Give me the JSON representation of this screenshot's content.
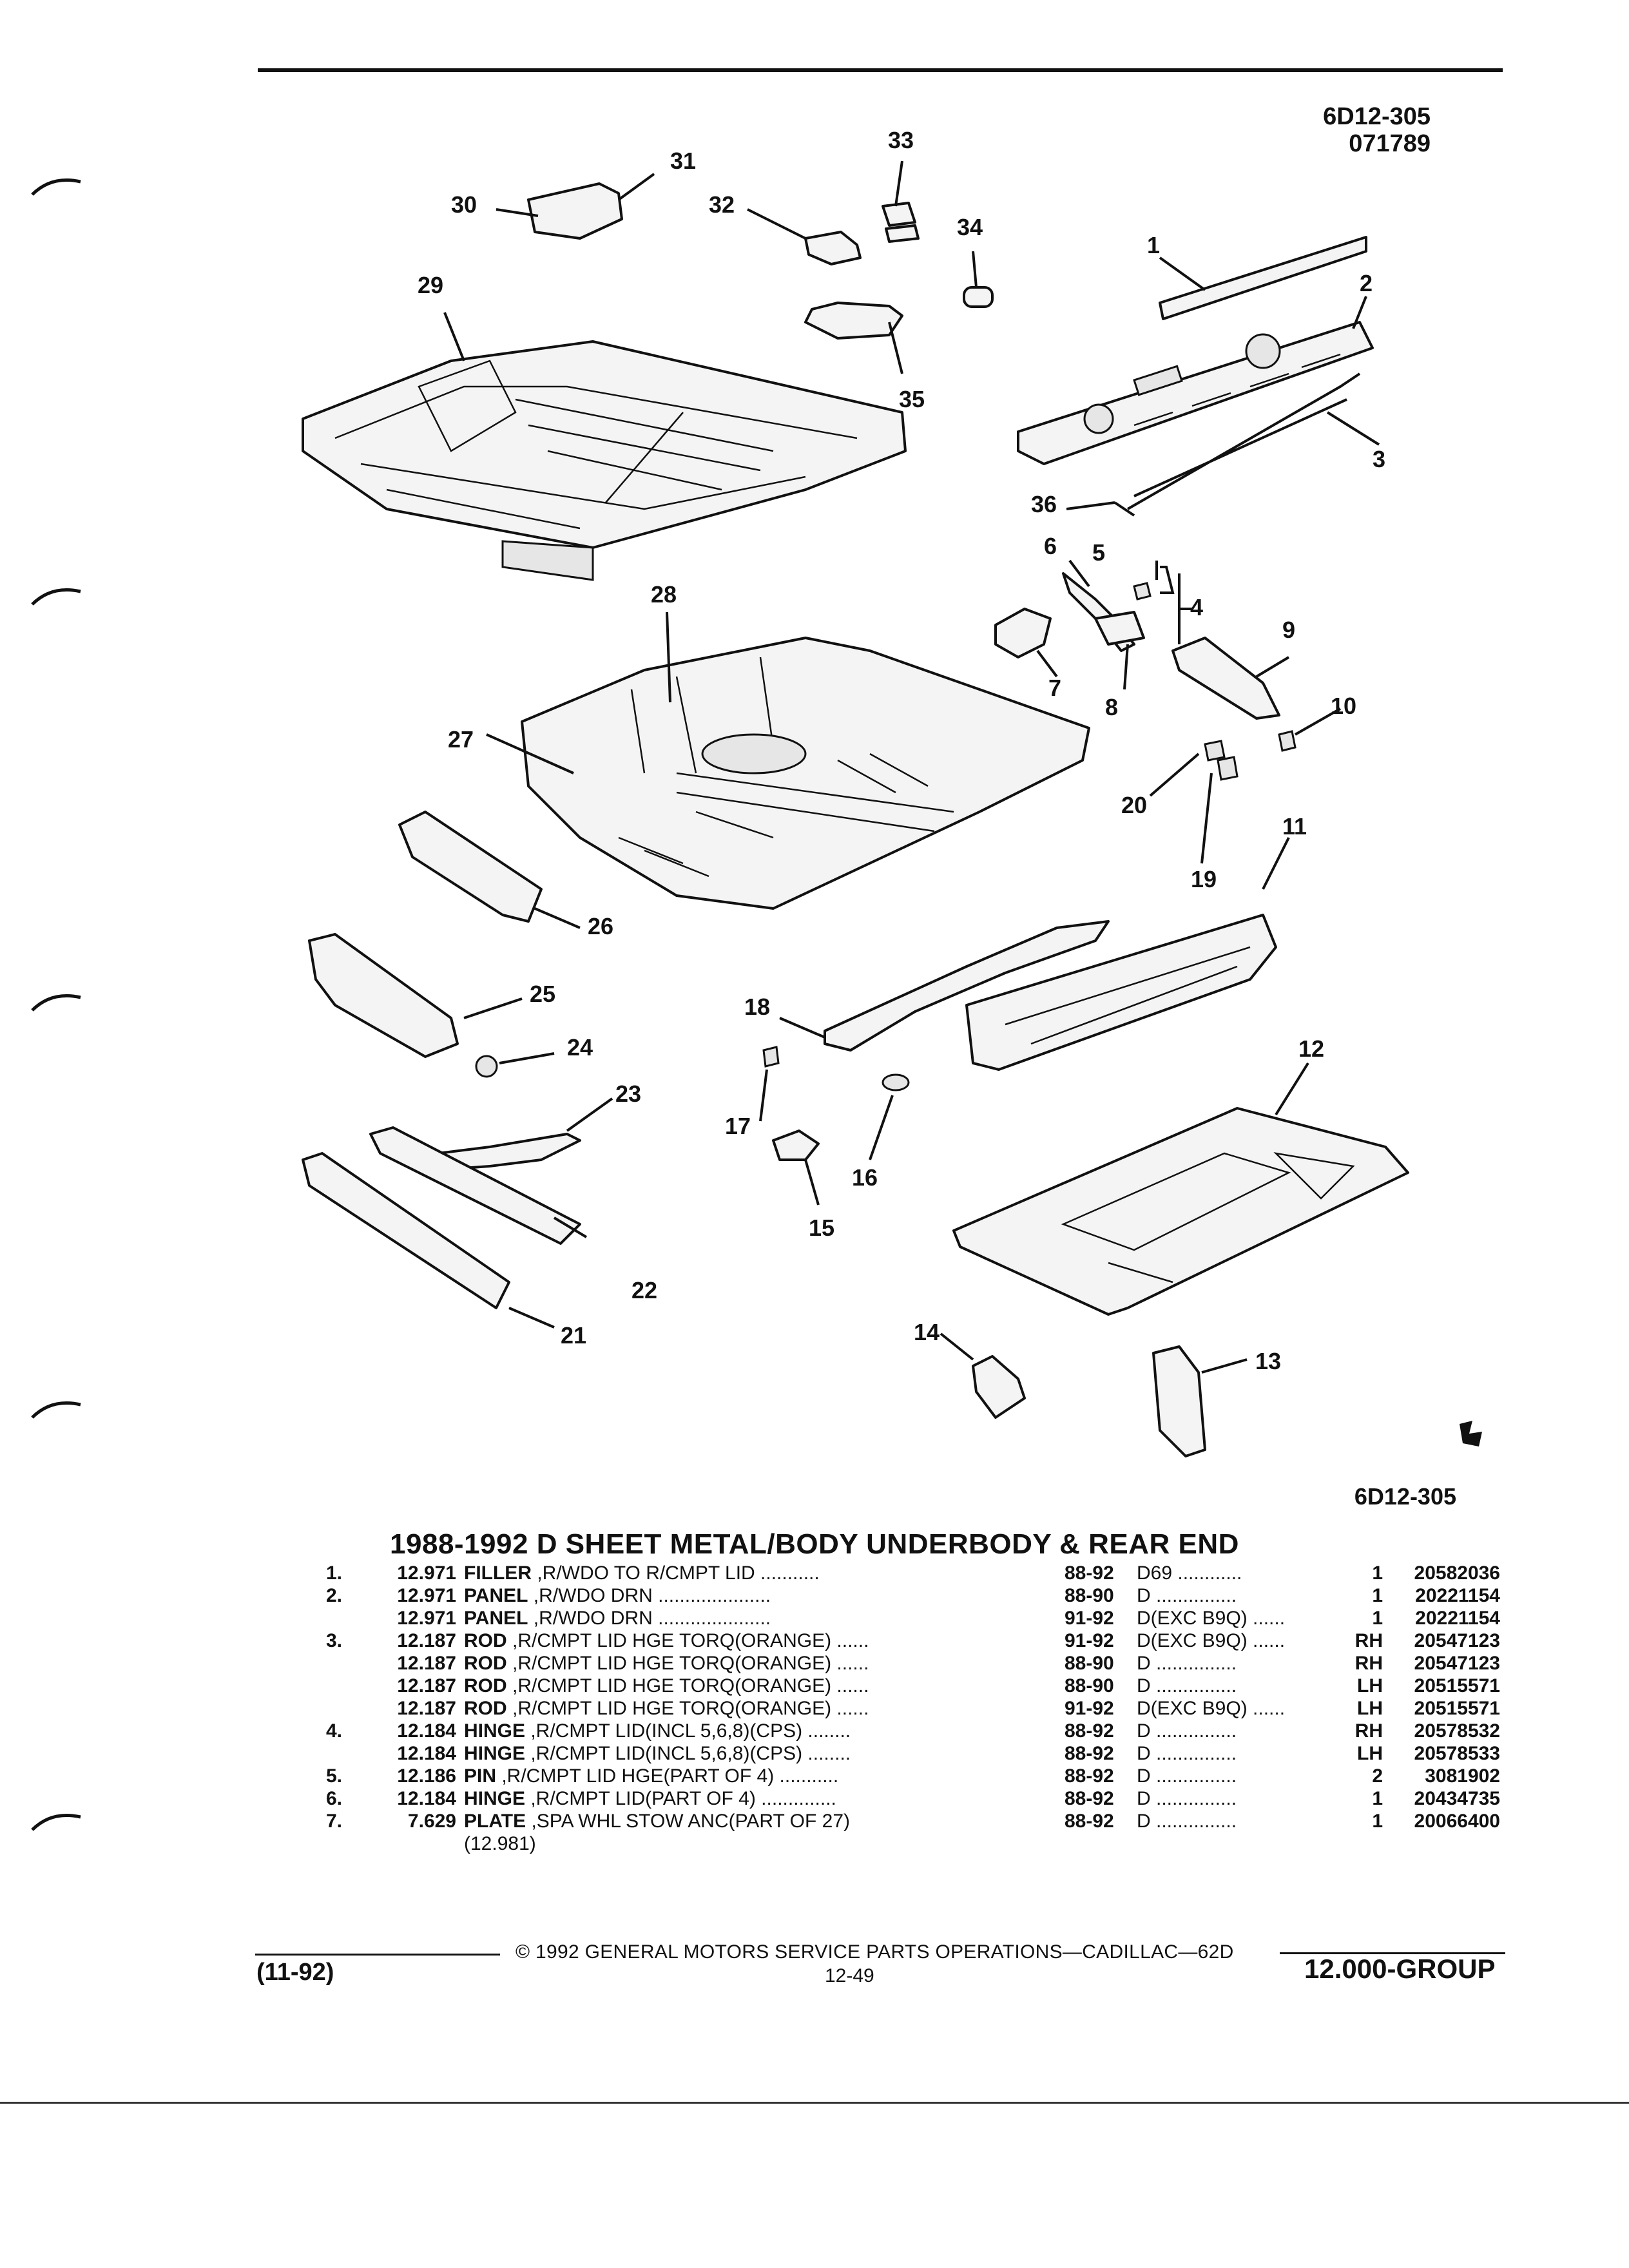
{
  "header": {
    "ref_top_line1": "6D12-305",
    "ref_top_line2": "071789",
    "ref_bottom": "6D12-305"
  },
  "diagram": {
    "callouts": [
      "1",
      "2",
      "3",
      "4",
      "5",
      "6",
      "7",
      "8",
      "9",
      "10",
      "11",
      "12",
      "13",
      "14",
      "15",
      "16",
      "17",
      "18",
      "19",
      "20",
      "21",
      "22",
      "23",
      "24",
      "25",
      "26",
      "27",
      "28",
      "29",
      "30",
      "31",
      "32",
      "33",
      "34",
      "35",
      "36"
    ]
  },
  "title": "1988-1992 D SHEET METAL/BODY UNDERBODY & REAR END",
  "parts": [
    {
      "idx": "1.",
      "group": "12.971",
      "name": "FILLER",
      "desc": " ,R/WDO TO R/CMPT LID ...........",
      "years": "88-92",
      "series": "D69 ............",
      "qty": "1",
      "pn": "20582036"
    },
    {
      "idx": "2.",
      "group": "12.971",
      "name": "PANEL",
      "desc": " ,R/WDO DRN .....................",
      "years": "88-90",
      "series": "D ...............",
      "qty": "1",
      "pn": "20221154"
    },
    {
      "idx": "",
      "group": "12.971",
      "name": "PANEL",
      "desc": " ,R/WDO DRN .....................",
      "years": "91-92",
      "series": "D(EXC B9Q) ......",
      "qty": "1",
      "pn": "20221154"
    },
    {
      "idx": "3.",
      "group": "12.187",
      "name": "ROD",
      "desc": " ,R/CMPT LID HGE TORQ(ORANGE)  ......",
      "years": "91-92",
      "series": "D(EXC B9Q) ......",
      "qty": "RH",
      "pn": "20547123"
    },
    {
      "idx": "",
      "group": "12.187",
      "name": "ROD",
      "desc": " ,R/CMPT LID HGE TORQ(ORANGE)  ......",
      "years": "88-90",
      "series": "D ...............",
      "qty": "RH",
      "pn": "20547123"
    },
    {
      "idx": "",
      "group": "12.187",
      "name": "ROD",
      "desc": " ,R/CMPT LID HGE TORQ(ORANGE)  ......",
      "years": "88-90",
      "series": "D ...............",
      "qty": "LH",
      "pn": "20515571"
    },
    {
      "idx": "",
      "group": "12.187",
      "name": "ROD",
      "desc": " ,R/CMPT LID HGE TORQ(ORANGE)  ......",
      "years": "91-92",
      "series": "D(EXC B9Q) ......",
      "qty": "LH",
      "pn": "20515571"
    },
    {
      "idx": "4.",
      "group": "12.184",
      "name": "HINGE",
      "desc": " ,R/CMPT LID(INCL 5,6,8)(CPS)  ........",
      "years": "88-92",
      "series": "D ...............",
      "qty": "RH",
      "pn": "20578532"
    },
    {
      "idx": "",
      "group": "12.184",
      "name": "HINGE",
      "desc": " ,R/CMPT LID(INCL 5,6,8)(CPS)  ........",
      "years": "88-92",
      "series": "D ...............",
      "qty": "LH",
      "pn": "20578533"
    },
    {
      "idx": "5.",
      "group": "12.186",
      "name": "PIN",
      "desc": " ,R/CMPT LID HGE(PART OF 4) ...........",
      "years": "88-92",
      "series": "D ...............",
      "qty": "2",
      "pn": "3081902"
    },
    {
      "idx": "6.",
      "group": "12.184",
      "name": "HINGE",
      "desc": " ,R/CMPT LID(PART OF 4) ..............",
      "years": "88-92",
      "series": "D ...............",
      "qty": "1",
      "pn": "20434735"
    },
    {
      "idx": "7.",
      "group": "7.629",
      "name": "PLATE",
      "desc": " ,SPA WHL STOW ANC(PART OF 27)",
      "years": "88-92",
      "series": "D ...............",
      "qty": "1",
      "pn": "20066400"
    }
  ],
  "parts_note": "(12.981)",
  "footer": {
    "copyright": "©  1992  GENERAL MOTORS SERVICE PARTS OPERATIONS—CADILLAC—62D",
    "date": "(11-92)",
    "page": "12-49",
    "group": "12.000-GROUP"
  }
}
